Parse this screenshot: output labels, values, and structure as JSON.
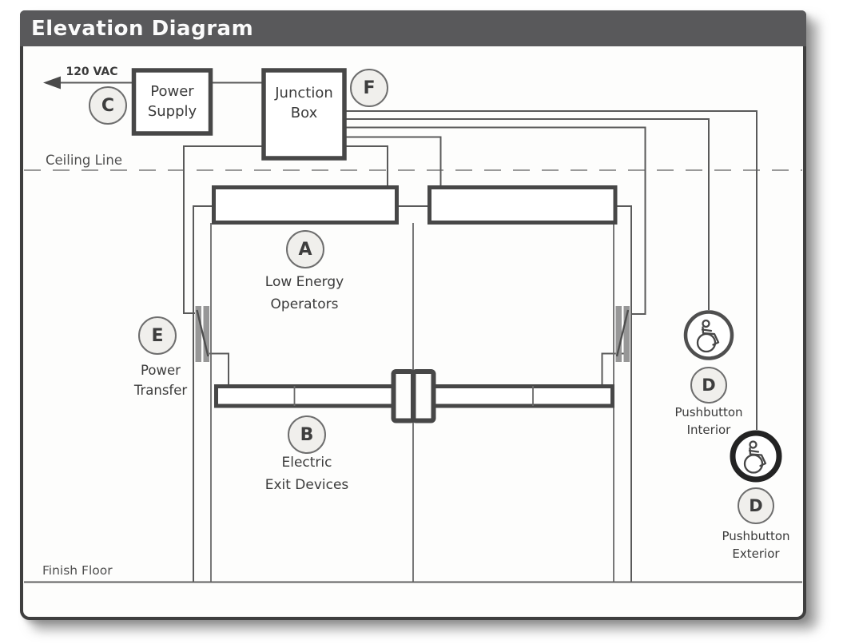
{
  "title": "Elevation Diagram",
  "power": {
    "voltage": "120 VAC",
    "supply1": "Power",
    "supply2": "Supply"
  },
  "junction": {
    "l1": "Junction",
    "l2": "Box"
  },
  "lines": {
    "ceiling": "Ceiling Line",
    "floor": "Finish Floor"
  },
  "callouts": {
    "a": {
      "letter": "A",
      "label1": "Low Energy",
      "label2": "Operators"
    },
    "b": {
      "letter": "B",
      "label1": "Electric",
      "label2": "Exit Devices"
    },
    "c": {
      "letter": "C"
    },
    "d_int": {
      "letter": "D",
      "label1": "Pushbutton",
      "label2": "Interior"
    },
    "d_ext": {
      "letter": "D",
      "label1": "Pushbutton",
      "label2": "Exterior"
    },
    "e": {
      "letter": "E",
      "label1": "Power",
      "label2": "Transfer"
    },
    "f": {
      "letter": "F"
    }
  },
  "icons": {
    "pushbutton_symbol": "wheelchair-accessibility-icon"
  },
  "colors": {
    "header_bg": "#59595b",
    "stroke_dark": "#474747",
    "stroke_wire": "#5a5a5a",
    "callout_fill": "#f0efec",
    "transfer_gray": "#979797",
    "text": "#3b3b3b"
  }
}
